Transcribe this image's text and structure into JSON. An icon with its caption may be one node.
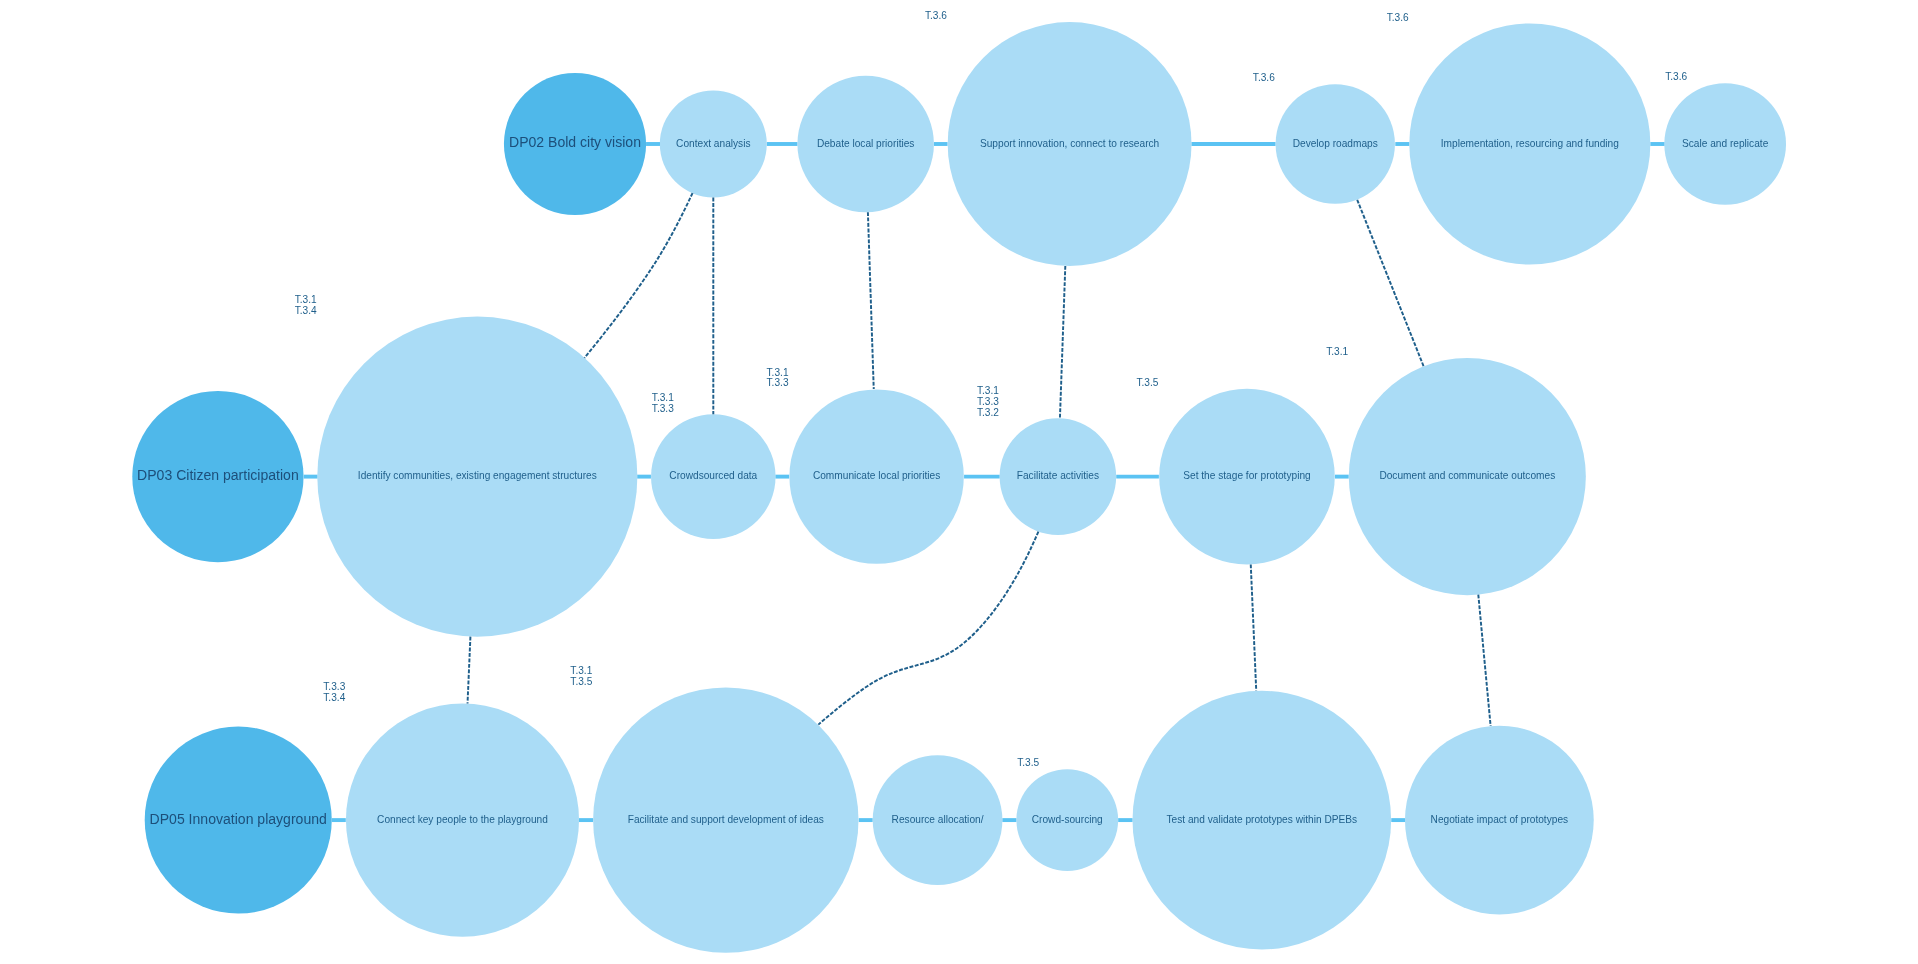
{
  "diagram": {
    "nodes": [
      {
        "text": [
          "DP02 Bold city vision"
        ]
      },
      {
        "text": [
          "Context analysis"
        ]
      },
      {
        "text": [
          "Debate local priorities"
        ]
      },
      {
        "text": [
          "Support innovation, connect to research"
        ],
        "beside": [
          "T.3.6"
        ]
      },
      {
        "text": [
          "Develop roadmaps"
        ],
        "beside": [
          "T.3.6"
        ]
      },
      {
        "text": [
          "Implementation, resourcing and funding"
        ],
        "beside": [
          "T.3.6"
        ]
      },
      {
        "text": [
          "Scale and replicate"
        ],
        "beside": [
          "T.3.6"
        ]
      },
      {
        "text": [
          "DP03 Citizen participation"
        ]
      },
      {
        "text": [
          "Identify communities, existing engagement structures"
        ],
        "beside": [
          "T.3.1",
          "T.3.4"
        ]
      },
      {
        "text": [
          "Crowdsourced data"
        ],
        "beside": [
          "T.3.1",
          "T.3.3"
        ]
      },
      {
        "text": [
          "Communicate local priorities"
        ],
        "beside": [
          "T.3.1",
          "T.3.3"
        ]
      },
      {
        "text": [
          "Facilitate activities"
        ],
        "beside": [
          "T.3.1",
          "T.3.3",
          "T.3.2"
        ]
      },
      {
        "text": [
          "Set the stage for prototyping"
        ],
        "beside": [
          "T.3.5"
        ]
      },
      {
        "text": [
          "Document and communicate outcomes"
        ],
        "beside": [
          "T.3.1"
        ]
      },
      {
        "text": [
          "DP05 Innovation playground"
        ]
      },
      {
        "text": [
          "Connect key people to the playground"
        ],
        "beside": [
          "T.3.3",
          "T.3.4"
        ]
      },
      {
        "text": [
          "Facilitate and support development of ideas"
        ],
        "beside": [
          "T.3.1",
          "T.3.5"
        ]
      },
      {
        "text": [
          "Resource allocation/"
        ]
      },
      {
        "text": [
          "Crowd-sourcing"
        ],
        "beside": [
          "T.3.5"
        ]
      },
      {
        "text": [
          "Test and validate prototypes within DPEBs"
        ]
      },
      {
        "text": [
          "Negotiate impact of prototypes"
        ]
      }
    ],
    "edges": [
      {
        "from": 0,
        "to": 1,
        "arrow": "none"
      },
      {
        "from": 1,
        "to": 2,
        "arrow": "none"
      },
      {
        "from": 2,
        "to": 3,
        "arrow": "none"
      },
      {
        "from": 3,
        "to": 4,
        "arrow": "none"
      },
      {
        "from": 4,
        "to": 5,
        "arrow": "none"
      },
      {
        "from": 5,
        "to": 6,
        "arrow": "none"
      },
      {
        "from": 7,
        "to": 8,
        "arrow": "none"
      },
      {
        "from": 8,
        "to": 9,
        "arrow": "none"
      },
      {
        "from": 9,
        "to": 10,
        "arrow": "none"
      },
      {
        "from": 10,
        "to": 11,
        "arrow": "none"
      },
      {
        "from": 11,
        "to": 12,
        "arrow": "none"
      },
      {
        "from": 12,
        "to": 13,
        "arrow": "none"
      },
      {
        "from": 14,
        "to": 15,
        "arrow": "none"
      },
      {
        "from": 15,
        "to": 16,
        "arrow": "none"
      },
      {
        "from": 16,
        "to": 17,
        "arrow": "none"
      },
      {
        "from": 17,
        "to": 18,
        "arrow": "none"
      },
      {
        "from": 18,
        "to": 19,
        "arrow": "none"
      },
      {
        "from": 19,
        "to": 20,
        "arrow": "none"
      },
      {
        "from": 1,
        "to": 8,
        "arrow": "none",
        "style": "dashed",
        "color": "#1f5f8b"
      },
      {
        "from": 1,
        "to": 9,
        "arrow": "none",
        "style": "dashed",
        "color": "#1f5f8b"
      },
      {
        "from": 2,
        "to": 10,
        "arrow": "none",
        "style": "dashed",
        "color": "#1f5f8b"
      },
      {
        "from": 3,
        "to": 11,
        "arrow": "none",
        "style": "dashed",
        "color": "#1f5f8b"
      },
      {
        "from": 4,
        "to": 13,
        "arrow": "none",
        "style": "dashed",
        "color": "#1f5f8b"
      },
      {
        "from": 8,
        "to": 15,
        "arrow": "none",
        "style": "dashed",
        "color": "#1f5f8b"
      },
      {
        "from": 11,
        "to": 16,
        "arrow": "none",
        "style": "dashed",
        "color": "#1f5f8b"
      },
      {
        "from": 12,
        "to": 19,
        "arrow": "none",
        "style": "dashed",
        "color": "#1f5f8b"
      },
      {
        "from": 13,
        "to": 20,
        "arrow": "none",
        "style": "dashed",
        "color": "#1f5f8b"
      }
    ]
  }
}
